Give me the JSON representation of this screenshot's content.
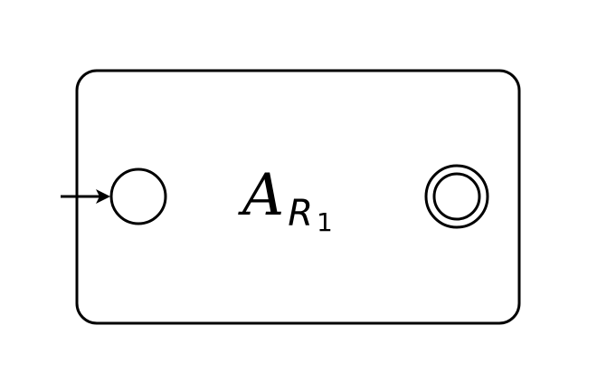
{
  "automaton": {
    "name_symbol": "A",
    "name_subscript": "R",
    "name_subsubscript": "1"
  },
  "colors": {
    "stroke": "#000000",
    "background": "#ffffff"
  },
  "states": [
    {
      "kind": "initial",
      "icon": "start-state-circle"
    },
    {
      "kind": "accepting",
      "icon": "accept-state-double-circle"
    }
  ]
}
